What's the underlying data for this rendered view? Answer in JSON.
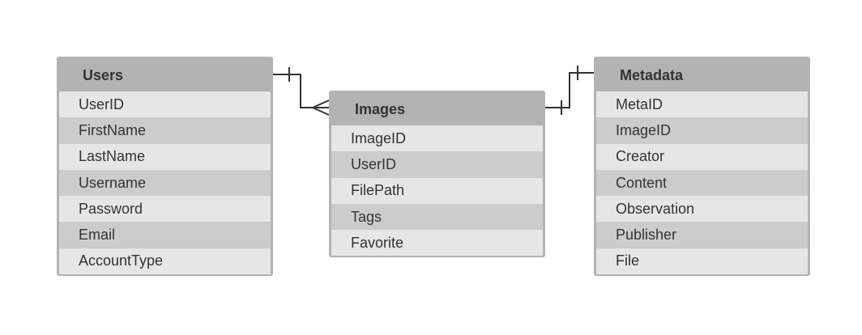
{
  "entities": {
    "users": {
      "title": "Users",
      "fields": [
        "UserID",
        "FirstName",
        "LastName",
        "Username",
        "Password",
        "Email",
        "AccountType"
      ]
    },
    "images": {
      "title": "Images",
      "fields": [
        "ImageID",
        "UserID",
        "FilePath",
        "Tags",
        "Favorite"
      ]
    },
    "metadata": {
      "title": "Metadata",
      "fields": [
        "MetaID",
        "ImageID",
        "Creator",
        "Content",
        "Observation",
        "Publisher",
        "File"
      ]
    }
  },
  "relationships": [
    {
      "from": "Users",
      "from_cardinality": "one",
      "to": "Images",
      "to_cardinality": "many"
    },
    {
      "from": "Images",
      "from_cardinality": "one",
      "to": "Metadata",
      "to_cardinality": "one"
    }
  ],
  "colors": {
    "header": "#b3b3b3",
    "row_light": "#e6e6e6",
    "row_dark": "#cccccc",
    "line": "#333333"
  }
}
